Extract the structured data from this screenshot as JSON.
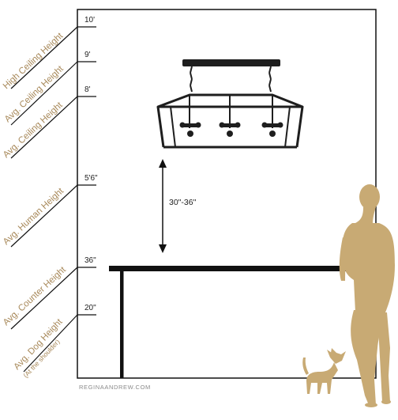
{
  "heights": [
    {
      "mark": "10'",
      "label": "High Ceiling Height",
      "note": ""
    },
    {
      "mark": "9'",
      "label": "Avg. Ceiling Height",
      "note": ""
    },
    {
      "mark": "8'",
      "label": "Avg. Ceiling Height",
      "note": ""
    },
    {
      "mark": "5'6\"",
      "label": "Avg. Human Height",
      "note": ""
    },
    {
      "mark": "36\"",
      "label": "Avg. Counter Height",
      "note": ""
    },
    {
      "mark": "20\"",
      "label": "Avg. Dog Height",
      "note": "(At the shoulder)"
    }
  ],
  "clearance_label": "30\"-36\"",
  "website": "REGINAANDREW.COM",
  "colors": {
    "line": "#111111",
    "label": "#a8895a",
    "silhouette": "#c8aa74",
    "fixture": "#1e1e1e"
  }
}
